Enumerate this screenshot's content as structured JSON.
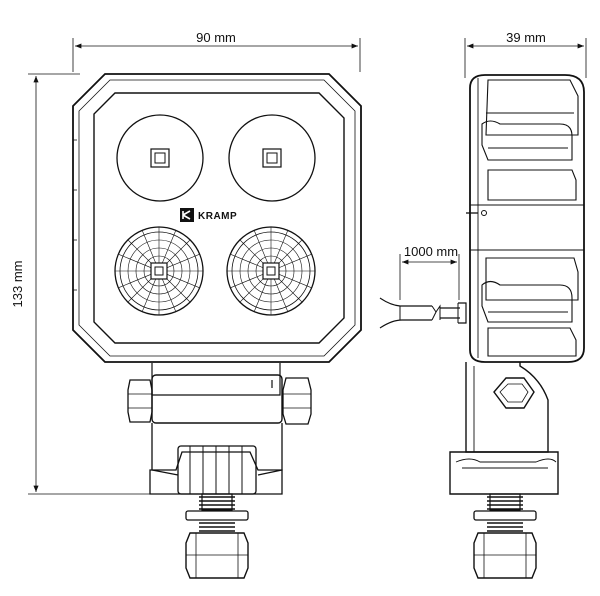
{
  "dimensions": {
    "width": "90 mm",
    "height": "133 mm",
    "depth": "39 mm",
    "cable_length": "1000 mm"
  },
  "brand": {
    "name": "KRAMP"
  },
  "colors": {
    "stroke": "#111111",
    "background": "#ffffff"
  }
}
